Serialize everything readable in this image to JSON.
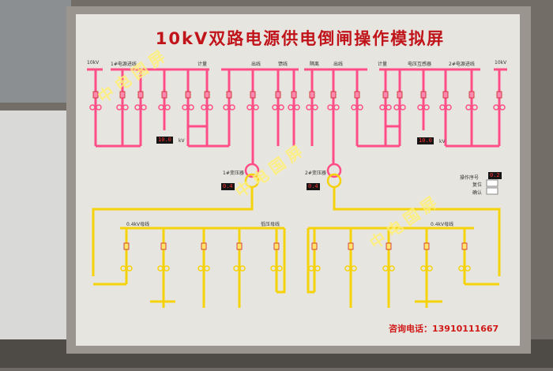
{
  "title": "10kV双路电源供电倒闸操作模拟屏",
  "contact": "咨询电话：13910111667",
  "watermark": "中电国屏",
  "buses": {
    "top_left_kv": "10kV",
    "top_right_kv": "10kV",
    "incoming_1": "1#电源进线",
    "incoming_2": "2#电源进线",
    "meter_left": "计量",
    "meter_right": "计量",
    "out_1": "出线",
    "out_2": "馈线",
    "tie": "隔离",
    "out_3": "出线",
    "pt_right": "电压互感器",
    "low_left": "0.4kV母线",
    "low_mid": "低压母线",
    "low_right": "0.4kV母线"
  },
  "transformers": {
    "t1": "1#变压器",
    "t2": "2#变压器"
  },
  "readouts": {
    "hv_left": "10.0",
    "hv_right": "10.0",
    "t1": "0.4",
    "t2": "0.4",
    "ctl_value": "0.2"
  },
  "readout_units": {
    "kv": "kV"
  },
  "controls": {
    "label_1": "操作序号",
    "label_2": "复位",
    "label_3": "确认"
  },
  "colors": {
    "panel": "#e7e5df",
    "hv_line": "#ff4d88",
    "lv_line": "#f6d20a",
    "title": "#c0141a",
    "frame": "#8e8a83"
  }
}
